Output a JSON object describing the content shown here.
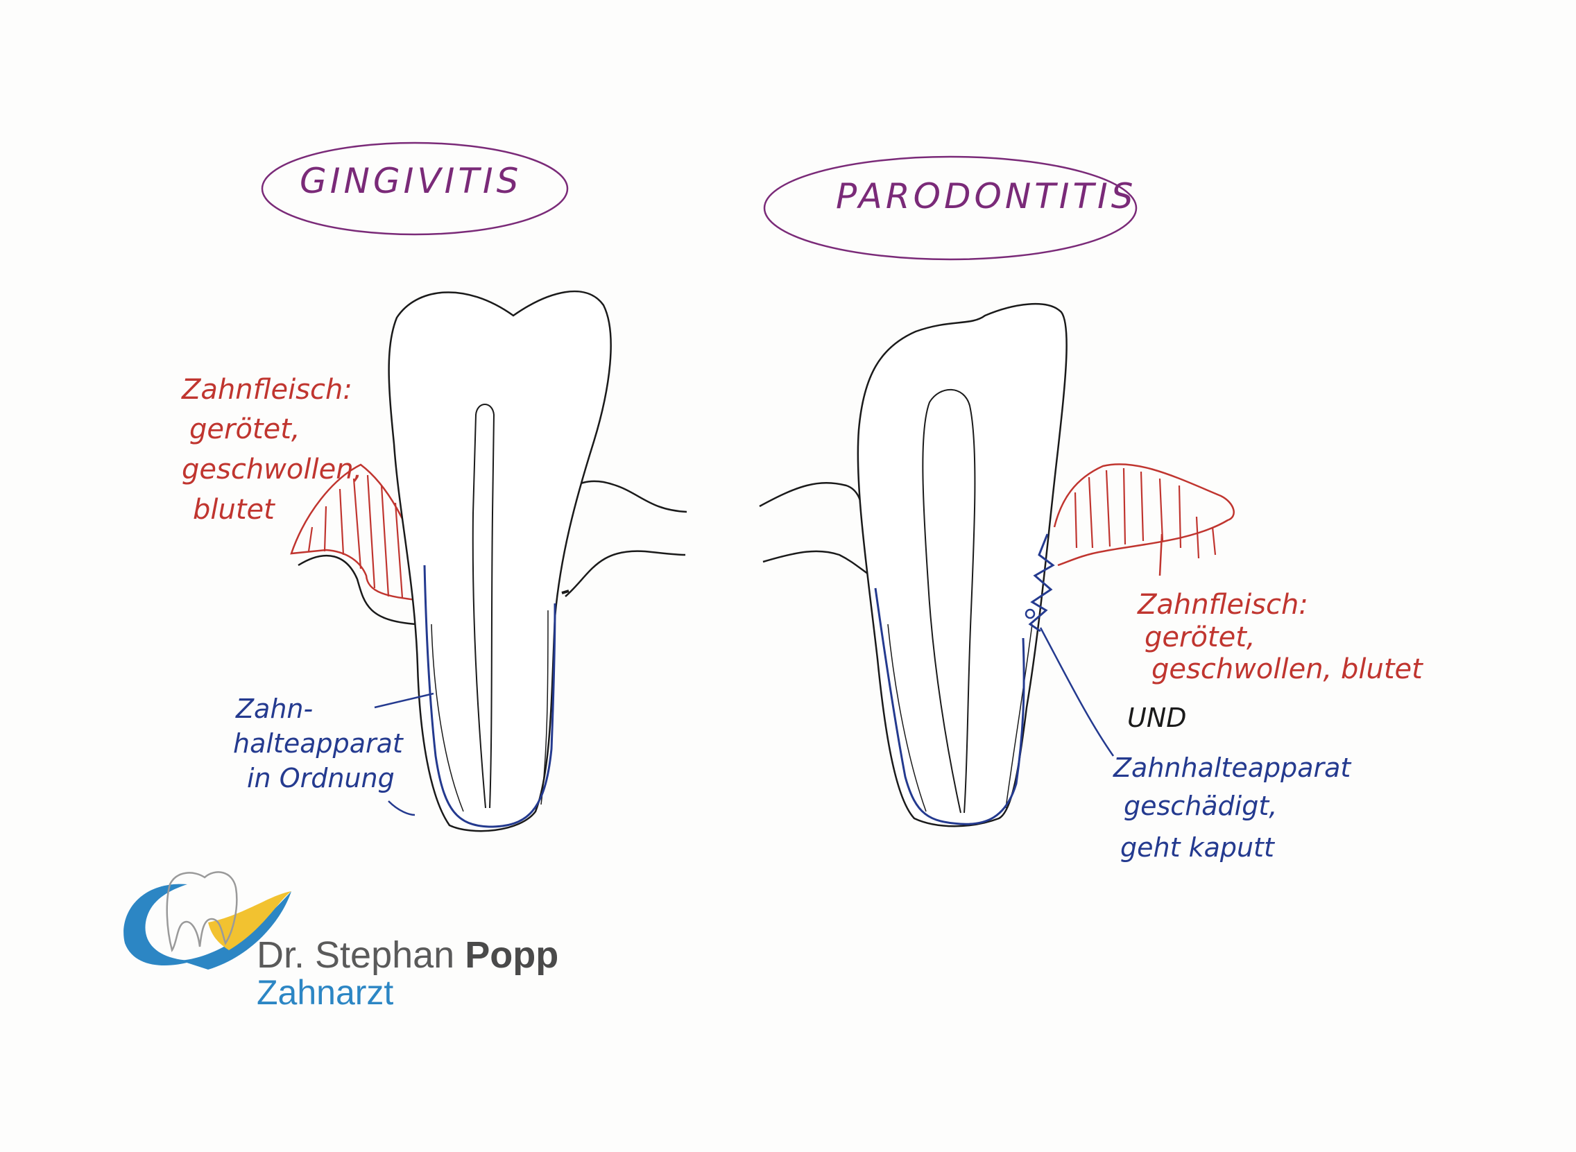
{
  "titles": {
    "left": "GINGIVITIS",
    "right": "PARODONTITIS"
  },
  "left_tooth": {
    "gum_label": [
      "Zahnfleisch:",
      "gerötet,",
      "geschwollen,",
      "blutet"
    ],
    "ligament_label": [
      "Zahn-",
      "halteapparat",
      "in Ordnung"
    ]
  },
  "right_tooth": {
    "gum_label": [
      "Zahnfleisch:",
      "gerötet,",
      "geschwollen, blutet"
    ],
    "connector": "UND",
    "ligament_label": [
      "Zahnhalteapparat",
      "geschädigt,",
      "geht kaputt"
    ]
  },
  "logo": {
    "name_prefix": "Dr.",
    "name_first": "Stephan",
    "name_last": "Popp",
    "subtitle": "Zahnarzt"
  },
  "colors": {
    "title": "#7a2a78",
    "gum": "#c0352f",
    "ligament": "#243a8f",
    "logo_blue": "#2c86c4",
    "logo_yellow": "#f2c230"
  }
}
